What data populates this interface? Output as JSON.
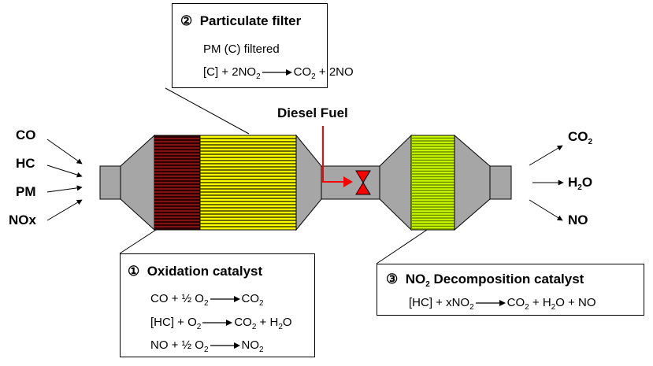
{
  "inputs": [
    "CO",
    "HC",
    "PM",
    "NOx"
  ],
  "outputs": {
    "co2": {
      "base": "CO",
      "sub": "2"
    },
    "h2o": {
      "pre": "H",
      "sub": "2",
      "post": "O"
    },
    "no": "NO"
  },
  "diesel_fuel_label": "Diesel Fuel",
  "particulate_filter": {
    "number": "②",
    "title": "Particulate filter",
    "line1": "PM (C) filtered",
    "eq": {
      "lhs_a": "[C] + 2NO",
      "lhs_sub": "2",
      "rhs_a": "CO",
      "rhs_sub": "2",
      "rhs_b": " + 2NO"
    }
  },
  "oxidation_catalyst": {
    "number": "①",
    "title": "Oxidation catalyst",
    "eq1": {
      "lhs_a": "CO + ½ O",
      "lhs_sub": "2",
      "rhs_a": "CO",
      "rhs_sub": "2"
    },
    "eq2": {
      "lhs_a": "[HC] + O",
      "lhs_sub": "2",
      "rhs_a": "CO",
      "rhs_sub": "2",
      "rhs_b": " + H",
      "rhs_sub2": "2",
      "rhs_c": "O"
    },
    "eq3": {
      "lhs_a": "NO + ½ O",
      "lhs_sub": "2",
      "rhs_a": "NO",
      "rhs_sub": "2"
    }
  },
  "no2_decomposition": {
    "number": "③",
    "title_a": "NO",
    "title_sub": "2",
    "title_b": " Decomposition catalyst",
    "eq": {
      "lhs_a": "[HC] + xNO",
      "lhs_sub": "2",
      "rhs_a": "CO",
      "rhs_sub": "2",
      "rhs_b": " + H",
      "rhs_sub2": "2",
      "rhs_c": "O + NO"
    }
  },
  "colors": {
    "housing": "#a6a6a6",
    "oxidation_bg": "#2b0000",
    "oxidation_stripe": "#a01818",
    "filter_bg": "#ffff00",
    "filter_stripe": "#3a3a00",
    "no2_bg": "#ccff00",
    "no2_stripe": "#6b8a00",
    "fuel_arrow": "#ff0000"
  }
}
